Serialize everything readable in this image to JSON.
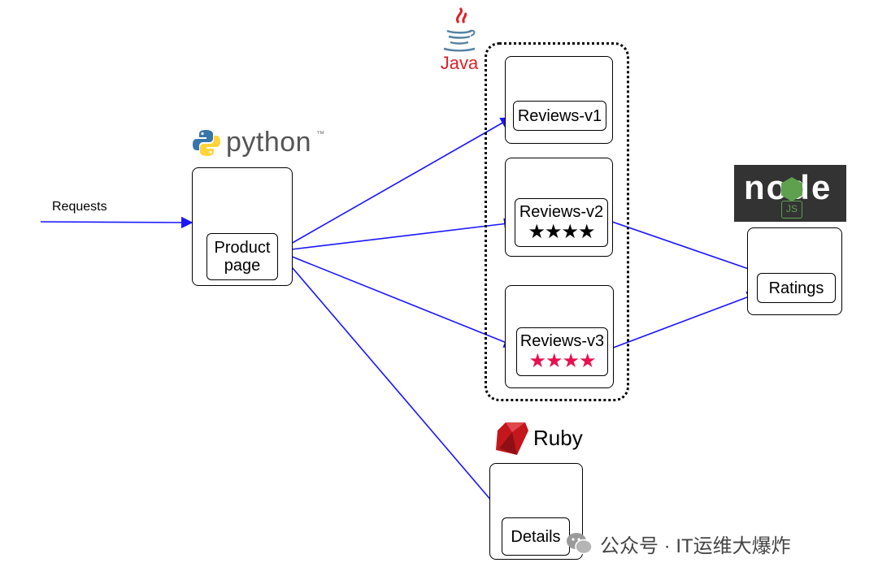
{
  "requests_label": "Requests",
  "logos": {
    "python": "python",
    "python_tm": "™",
    "java": "Java",
    "ruby": "Ruby",
    "node": "node",
    "node_js": "JS"
  },
  "services": {
    "productpage": [
      "Product",
      "page"
    ],
    "reviews_v1": "Reviews-v1",
    "reviews_v2": "Reviews-v2",
    "reviews_v3": "Reviews-v3",
    "ratings": "Ratings",
    "details": "Details"
  },
  "stars": {
    "reviews_v2": {
      "glyphs": "★★★★",
      "color": "#000000"
    },
    "reviews_v3": {
      "glyphs": "★★★★",
      "color": "#e8104e"
    }
  },
  "colors": {
    "arrow": "#1a16ff",
    "python_blue": "#3776ab",
    "python_yellow": "#ffd43b",
    "java_red": "#e01f26",
    "ruby_red": "#c3171d",
    "node_bg": "#333333",
    "node_green": "#5fa04e"
  },
  "watermark": "公众号 · IT运维大爆炸"
}
